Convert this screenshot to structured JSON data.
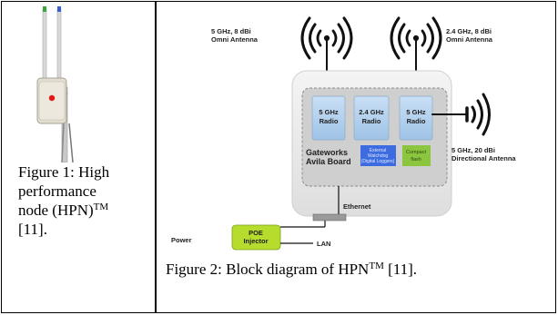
{
  "figure1": {
    "caption_lines": [
      "Figure 1: High",
      "performance",
      "node (HPN)",
      "[11]."
    ],
    "caption_sup": "TM"
  },
  "figure2": {
    "caption_prefix": "Figure 2: Block diagram of HPN",
    "caption_sup": "TM",
    "caption_suffix": " [11].",
    "antenna_left_label": [
      "5 GHz, 8 dBi",
      "Omni Antenna"
    ],
    "antenna_right_label": [
      "2.4 GHz, 8 dBi",
      "Omni Antenna"
    ],
    "directional_label": [
      "5 GHz, 20 dBi",
      "Directional Antenna"
    ],
    "radios": [
      {
        "line1": "5 GHz",
        "line2": "Radio"
      },
      {
        "line1": "2.4 GHz",
        "line2": "Radio"
      },
      {
        "line1": "5 GHz",
        "line2": "Radio"
      }
    ],
    "board_label": [
      "Gateworks",
      "Avila Board"
    ],
    "watchdog_label": [
      "External",
      "Watchdog",
      "(Digital Loggers)"
    ],
    "compact_flash_label": [
      "Compact",
      "flash"
    ],
    "ethernet_label": "Ethernet",
    "power_label": "Power",
    "poe_label": [
      "POE",
      "Injector"
    ],
    "lan_label": "LAN"
  }
}
